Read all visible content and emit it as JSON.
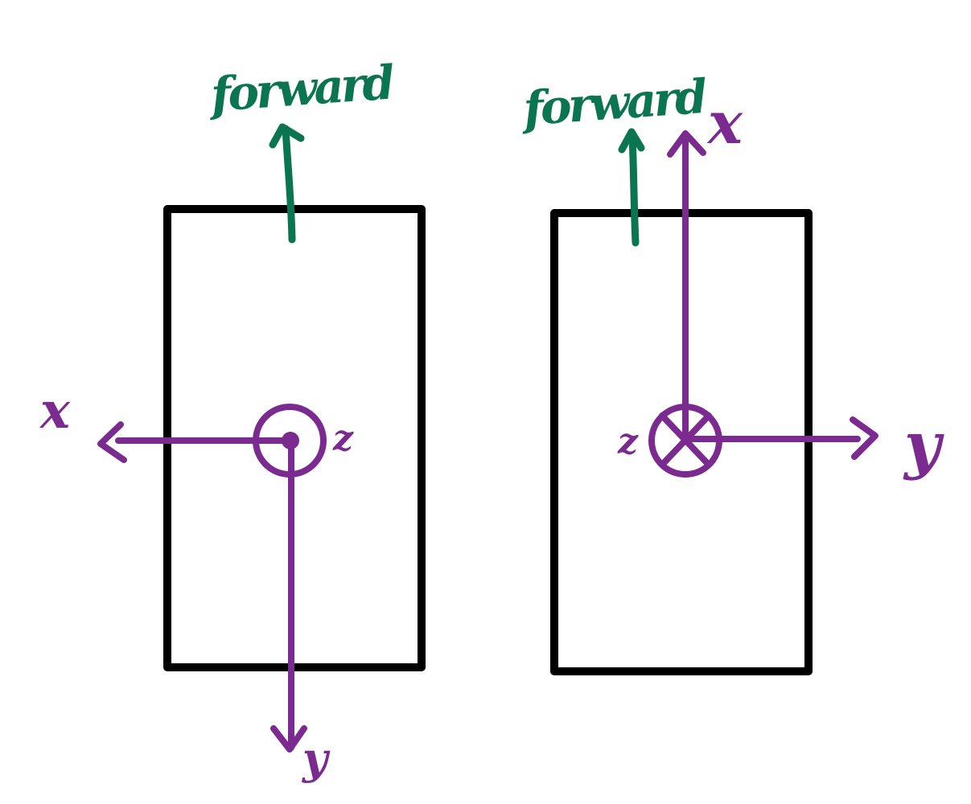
{
  "colors": {
    "frame": "#000000",
    "axis": "#7b2a8f",
    "forward": "#0b7450"
  },
  "left_frame": {
    "forward_label": "forward",
    "x_label": "x",
    "y_label": "y",
    "z_label": "z",
    "z_symbol": "out-of-page-dot"
  },
  "right_frame": {
    "forward_label": "forward",
    "x_label": "x",
    "y_label": "y",
    "z_label": "z",
    "z_symbol": "into-page-cross"
  }
}
